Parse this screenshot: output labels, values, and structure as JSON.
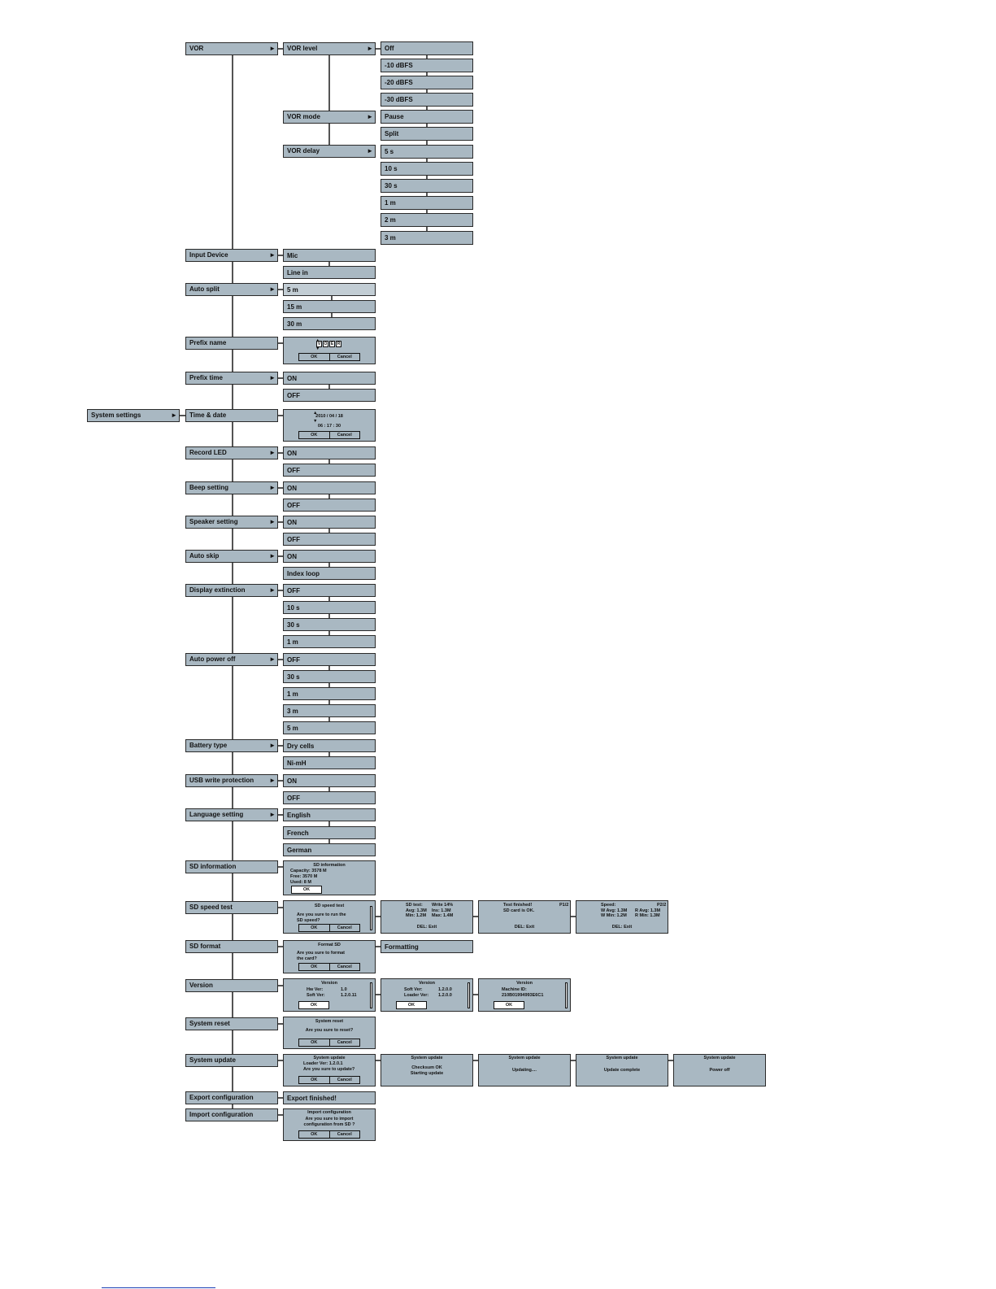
{
  "colors": {
    "box_fill": "#a9b8c2",
    "line": "#1a1a1a",
    "page_link": "#1a3fb5"
  },
  "root": {
    "label": "System settings"
  },
  "arrow": "►",
  "menus": [
    {
      "id": "vor",
      "label": "VOR",
      "submenus": [
        {
          "label": "VOR level",
          "options": [
            "Off",
            "-10 dBFS",
            "-20 dBFS",
            "-30 dBFS"
          ]
        },
        {
          "label": "VOR mode",
          "options": [
            "Pause",
            "Split"
          ]
        },
        {
          "label": "VOR delay",
          "options": [
            "5 s",
            "10 s",
            "30 s",
            "1 m",
            "2 m",
            "3 m"
          ]
        }
      ]
    },
    {
      "id": "input-device",
      "label": "Input Device",
      "options": [
        "Mic",
        "Line in"
      ]
    },
    {
      "id": "auto-split",
      "label": "Auto split",
      "options": [
        "5 m",
        "15 m",
        "30 m"
      ]
    },
    {
      "id": "prefix-name",
      "label": "Prefix name"
    },
    {
      "id": "prefix-time",
      "label": "Prefix time",
      "options": [
        "ON",
        "OFF"
      ]
    },
    {
      "id": "time-date",
      "label": "Time & date"
    },
    {
      "id": "record-led",
      "label": "Record LED",
      "options": [
        "ON",
        "OFF"
      ]
    },
    {
      "id": "beep-setting",
      "label": "Beep setting",
      "options": [
        "ON",
        "OFF"
      ]
    },
    {
      "id": "speaker-setting",
      "label": "Speaker setting",
      "options": [
        "ON",
        "OFF"
      ]
    },
    {
      "id": "auto-skip",
      "label": "Auto skip",
      "options": [
        "ON",
        "Index loop"
      ]
    },
    {
      "id": "display-extinction",
      "label": "Display extinction",
      "options": [
        "OFF",
        "10 s",
        "30 s",
        "1 m"
      ]
    },
    {
      "id": "auto-power-off",
      "label": "Auto power off",
      "options": [
        "OFF",
        "30 s",
        "1 m",
        "3 m",
        "5 m"
      ]
    },
    {
      "id": "battery-type",
      "label": "Battery type",
      "options": [
        "Dry cells",
        "Ni-mH"
      ]
    },
    {
      "id": "usb-write-protection",
      "label": "USB write protection",
      "options": [
        "ON",
        "OFF"
      ]
    },
    {
      "id": "language-setting",
      "label": "Language setting",
      "options": [
        "English",
        "French",
        "German"
      ]
    },
    {
      "id": "sd-information",
      "label": "SD information"
    },
    {
      "id": "sd-speed-test",
      "label": "SD speed test"
    },
    {
      "id": "sd-format",
      "label": "SD format"
    },
    {
      "id": "version",
      "label": "Version"
    },
    {
      "id": "system-reset",
      "label": "System reset"
    },
    {
      "id": "system-update",
      "label": "System update"
    },
    {
      "id": "export-configuration",
      "label": "Export configuration"
    },
    {
      "id": "import-configuration",
      "label": "Import configuration"
    }
  ],
  "buttons": {
    "ok": "OK",
    "cancel": "Cancel"
  },
  "screens": {
    "prefix_name": {
      "chars": [
        "V",
        "O",
        "E",
        "R"
      ]
    },
    "time_date": {
      "date": "2010 / 04 / 18",
      "time": "06 : 17 : 30"
    },
    "sd_info": {
      "title": "SD information",
      "capacity": "Capacity: 3578 M",
      "free": "Free: 3570 M",
      "used": "Used: 8 M"
    },
    "sd_speed": [
      {
        "title": "SD speed test",
        "lines": [
          "Are you sure to run the",
          "SD speed?"
        ]
      },
      {
        "lines": [
          "SD test:",
          "Write 14%",
          "Avg: 1.3M",
          "Ins: 1.3M",
          "Min: 1.2M",
          "Max: 1.4M"
        ],
        "footer": "DEL: Exit"
      },
      {
        "lines": [
          "Test finished!",
          "P1/2",
          "SD card is OK."
        ],
        "footer": "DEL: Exit"
      },
      {
        "lines": [
          "Speed:",
          "P2/2",
          "W Avg: 1.3M",
          "R Avg: 1.3M",
          "W Min: 1.2M",
          "R Min: 1.3M"
        ],
        "footer": "DEL: Exit"
      }
    ],
    "sd_format": {
      "title": "Format SD",
      "lines": [
        "Are you sure to format",
        "the card?"
      ],
      "result": "Formatting"
    },
    "version": [
      {
        "title": "Version",
        "rows": [
          [
            "Hw Ver:",
            "1.0"
          ],
          [
            "Soft Ver:",
            "1.2.0.11"
          ]
        ]
      },
      {
        "title": "Version",
        "rows": [
          [
            "Soft Ver:",
            "1.2.0.0"
          ],
          [
            "Loader Ver:",
            "1.2.0.0"
          ]
        ]
      },
      {
        "title": "Version",
        "rows": [
          [
            "Machine ID:",
            ""
          ],
          [
            "210B01994993E6C1",
            ""
          ]
        ]
      }
    ],
    "system_reset": {
      "title": "System reset",
      "line": "Are you sure to reset?"
    },
    "system_update": [
      {
        "title": "System update",
        "lines": [
          "Loader Ver: 1.2.0.1",
          "Are you sure to update?"
        ]
      },
      {
        "title": "System update",
        "lines": [
          "Checksum OK",
          "Starting update"
        ]
      },
      {
        "title": "System update",
        "lines": [
          "Updating...."
        ]
      },
      {
        "title": "System update",
        "lines": [
          "Update complete"
        ]
      },
      {
        "title": "System update",
        "lines": [
          "Power off"
        ]
      }
    ],
    "export": {
      "result": "Export finished!"
    },
    "import": {
      "title": "Import configuration",
      "lines": [
        "Are you sure to import",
        "configuration from SD ?"
      ]
    }
  }
}
